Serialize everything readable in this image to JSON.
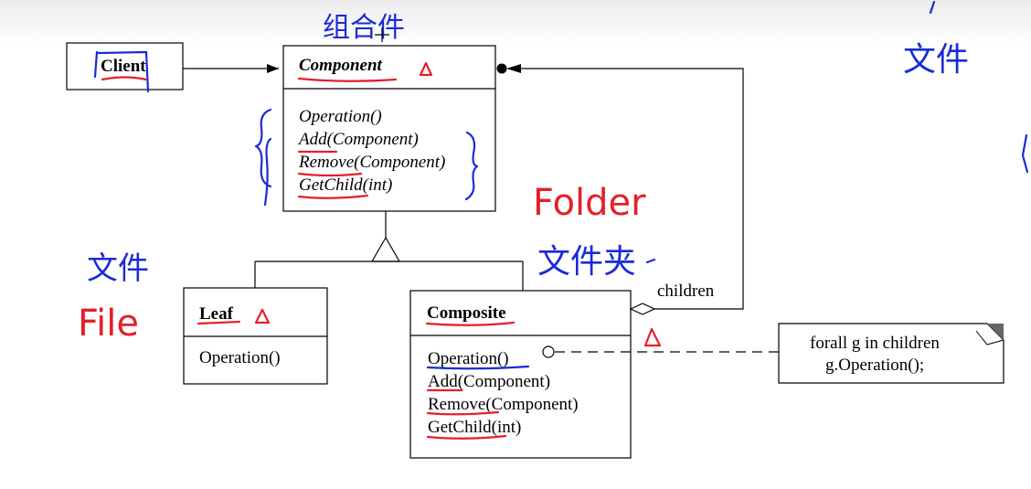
{
  "classes": {
    "client": {
      "name": "Client"
    },
    "component": {
      "name": "Component",
      "methods": [
        "Operation()",
        "Add(Component)",
        "Remove(Component)",
        "GetChild(int)"
      ]
    },
    "leaf": {
      "name": "Leaf",
      "methods": [
        "Operation()"
      ]
    },
    "composite": {
      "name": "Composite",
      "methods": [
        "Operation()",
        "Add(Component)",
        "Remove(Component)",
        "GetChild(int)"
      ]
    }
  },
  "association_label": "children",
  "note": {
    "line1": "forall g in children",
    "line2": "g.Operation();"
  },
  "annotations": {
    "component_cn": "组合件",
    "top_right_cn": "文件",
    "file_cn": "文件",
    "file_en": "File",
    "folder_en": "Folder",
    "folder_cn": "文件夹"
  },
  "colors": {
    "ink_blue": "#1a2bd6",
    "ink_red": "#e3202a"
  }
}
